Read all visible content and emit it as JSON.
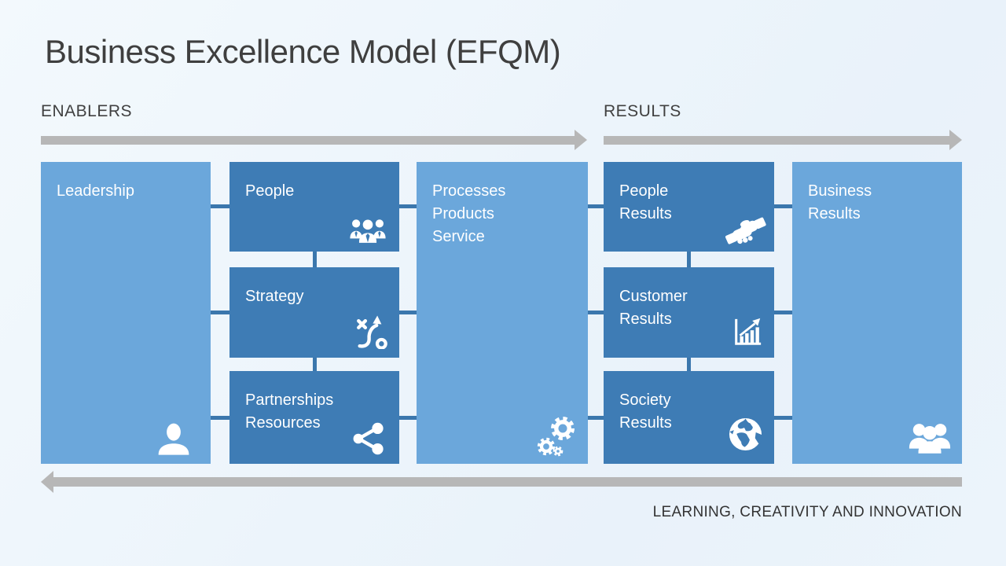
{
  "slide": {
    "title": "Business Excellence Model (EFQM)",
    "footer_label": "LEARNING, CREATIVITY AND INNOVATION"
  },
  "sections": {
    "enablers_label": "ENABLERS",
    "results_label": "RESULTS"
  },
  "boxes": {
    "leadership": {
      "label": "Leadership",
      "icon": "person-icon",
      "tone": "light"
    },
    "people": {
      "label": "People",
      "icon": "team-icon",
      "tone": "dark"
    },
    "strategy": {
      "label": "Strategy",
      "icon": "strategy-path-icon",
      "tone": "dark"
    },
    "partnerships": {
      "label": "Partnerships\nResources",
      "icon": "share-network-icon",
      "tone": "dark"
    },
    "processes": {
      "label": "Processes\nProducts\nService",
      "icon": "gears-icon",
      "tone": "light"
    },
    "people_results": {
      "label": "People\nResults",
      "icon": "handshake-icon",
      "tone": "dark"
    },
    "customer_results": {
      "label": "Customer\nResults",
      "icon": "bar-chart-growth-icon",
      "tone": "dark"
    },
    "society_results": {
      "label": "Society\nResults",
      "icon": "globe-icon",
      "tone": "dark"
    },
    "business_results": {
      "label": "Business\nResults",
      "icon": "people-group-icon",
      "tone": "light"
    }
  },
  "colors": {
    "box_light": "#6BA7DB",
    "box_dark": "#3E7CB5",
    "connector": "#3b77ad",
    "arrow": "#b7b7b7",
    "title_text": "#3f3f3f",
    "section_text": "#404040",
    "footer_text": "#333333",
    "box_text": "#ffffff",
    "bg_start": "#f3f9fd",
    "bg_end": "#e9f2fa"
  }
}
